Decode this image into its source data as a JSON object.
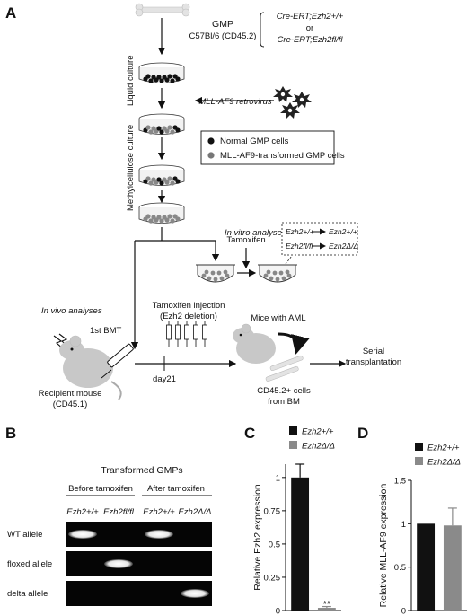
{
  "panel_a": {
    "label": "A",
    "gmp": "GMP",
    "strain": "C57Bl/6 (CD45.2)",
    "genotype_1": "Cre-ERT;Ezh2+/+",
    "or": "or",
    "genotype_2": "Cre-ERT;Ezh2fl/fl",
    "liquid_culture": "Liquid culture",
    "retrovirus": "MLL-AF9 retrovirus",
    "methyl_culture": "Methylcellulose culture",
    "legend_normal": "Normal GMP cells",
    "legend_transformed": "MLL-AF9-transformed GMP cells",
    "in_vitro": "In vitro analyses",
    "tamoxifen": "Tamoxifen",
    "box_line1_from": "Ezh2+/+",
    "box_line1_to": "Ezh2+/+",
    "box_line2_from": "Ezh2fl/fl",
    "box_line2_to": "Ezh2Δ/Δ",
    "in_vivo": "In vivo analyses",
    "bmt": "1st BMT",
    "tam_injection": "Tamoxifen injection",
    "ezh2_deletion": "(Ezh2  deletion)",
    "mice_aml": "Mice with AML",
    "recipient_1": "Recipient mouse",
    "recipient_2": "(CD45.1)",
    "day21": "day21",
    "cd45_1": "CD45.2+ cells",
    "cd45_2": "from BM",
    "serial_1": "Serial",
    "serial_2": "transplantation"
  },
  "panel_b": {
    "label": "B",
    "title": "Transformed GMPs",
    "before": "Before tamoxifen",
    "after": "After tamoxifen",
    "lanes": [
      "Ezh2+/+",
      "Ezh2fl/fl",
      "Ezh2+/+",
      "Ezh2Δ/Δ"
    ],
    "rows": [
      "WT allele",
      "floxed allele",
      "delta allele"
    ]
  },
  "panel_c": {
    "label": "C",
    "legend_1": "Ezh2+/+",
    "legend_2": "Ezh2Δ/Δ",
    "ylabel": "Relative Ezh2 expression",
    "significance": "**"
  },
  "panel_d": {
    "label": "D",
    "legend_1": "Ezh2+/+",
    "legend_2": "Ezh2Δ/Δ",
    "ylabel": "Relative MLL-AF9 expression"
  },
  "chart_data": [
    {
      "type": "bar",
      "categories": [
        "Ezh2+/+",
        "Ezh2Δ/Δ"
      ],
      "values": [
        1.0,
        0.02
      ],
      "errors": [
        0.1,
        0.01
      ],
      "colors": [
        "#111111",
        "#8a8a8a"
      ],
      "ylim": [
        0,
        1.1
      ],
      "yticks": [
        "0",
        "0.25",
        "0.5",
        "0.75",
        "1"
      ],
      "ylabel": "Relative Ezh2 expression"
    },
    {
      "type": "bar",
      "categories": [
        "Ezh2+/+",
        "Ezh2Δ/Δ"
      ],
      "values": [
        1.0,
        0.98
      ],
      "errors": [
        0.0,
        0.2
      ],
      "colors": [
        "#111111",
        "#8a8a8a"
      ],
      "ylim": [
        0,
        1.5
      ],
      "yticks": [
        "0",
        "0.5",
        "1",
        "1.5"
      ],
      "ylabel": "Relative MLL-AF9 expression"
    }
  ],
  "gel": {
    "bands": [
      [
        1,
        0,
        0
      ],
      [
        0,
        1,
        0
      ],
      [
        1,
        0,
        0
      ],
      [
        0,
        0,
        1
      ]
    ]
  }
}
